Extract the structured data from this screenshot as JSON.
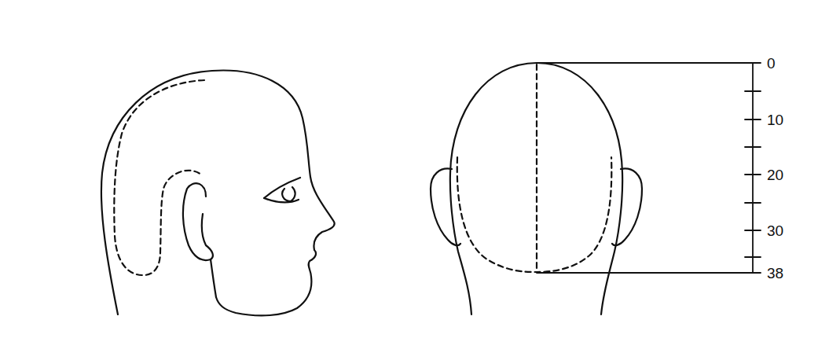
{
  "diagram": {
    "labels": [
      "0",
      "10",
      "20",
      "30",
      "38"
    ]
  }
}
